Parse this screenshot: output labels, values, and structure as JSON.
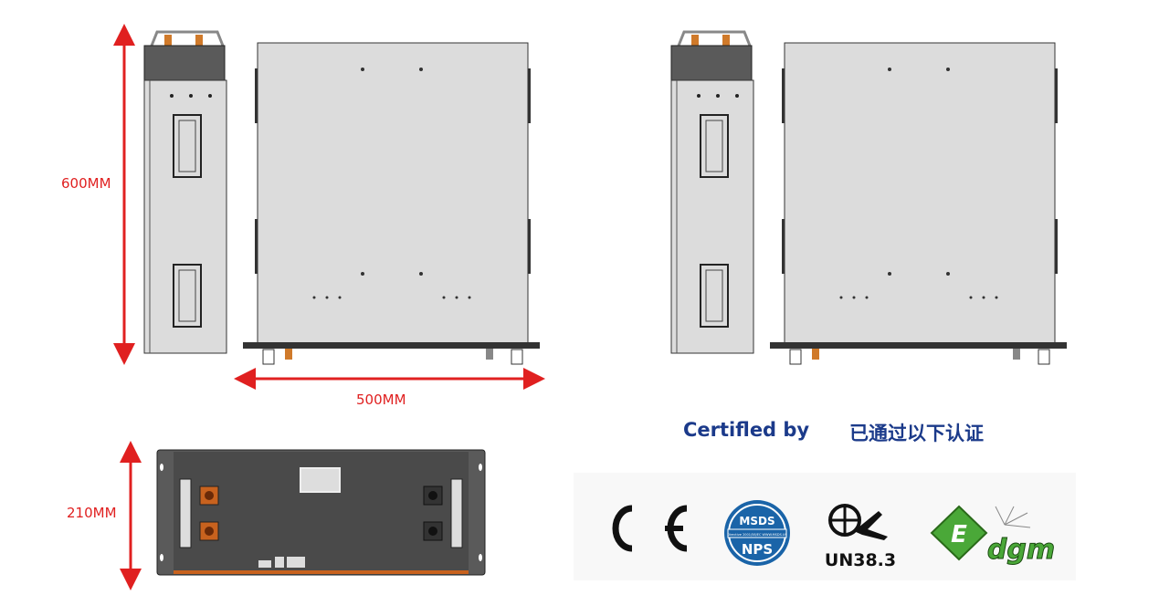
{
  "dimensions": {
    "height": "600MM",
    "width": "500MM",
    "depth": "210MM"
  },
  "certification": {
    "title_en": "Certifled by",
    "title_cn": "已通过以下认证",
    "logos": [
      {
        "name": "CE",
        "text": "CE"
      },
      {
        "name": "MSDS",
        "top": "MSDS",
        "middle": "Directive 2001/58/EC WWW.MSDS.US",
        "bottom": "NPS"
      },
      {
        "name": "UN38.3",
        "text": "UN38.3"
      },
      {
        "name": "dgm",
        "text": "dgm"
      }
    ]
  },
  "colors": {
    "dimension": "#e02020",
    "cert_text": "#1b3a8a",
    "msds_blue": "#1a64a8",
    "dgm_green": "#4aa838",
    "panel": "#dcdcdc",
    "dark_panel": "#4a4a4a",
    "connector": "#c8621e"
  }
}
